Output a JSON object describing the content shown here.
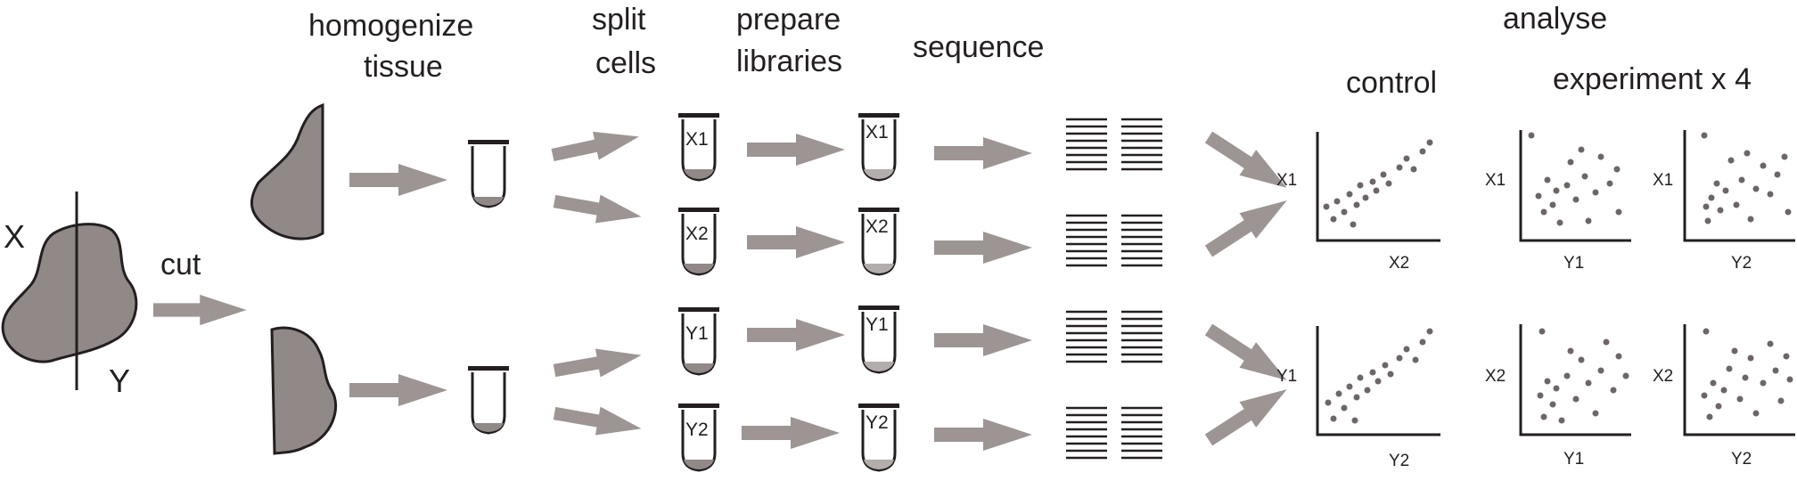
{
  "colors": {
    "ink": "#231f20",
    "tissue": "#918987",
    "arrow": "#9c9593",
    "liquid": "#918987",
    "liquid_light": "#b3adab",
    "dot": "#6d6665"
  },
  "tissue_labels": {
    "x": "X",
    "y": "Y",
    "cut": "cut"
  },
  "steps": {
    "homogenize": [
      "homogenize",
      "tissue"
    ],
    "split": [
      "split",
      "cells"
    ],
    "prepare": [
      "prepare",
      "libraries"
    ],
    "sequence": "sequence",
    "analyse": "analyse"
  },
  "panels": {
    "control": "control",
    "experiment": "experiment x 4"
  },
  "tubes": [
    "X1",
    "X2",
    "Y1",
    "Y2"
  ],
  "plots": [
    {
      "id": "control-top",
      "y": "X1",
      "x": "X2",
      "trend": "correlated"
    },
    {
      "id": "exp1-top",
      "y": "X1",
      "x": "Y1",
      "trend": "scattered"
    },
    {
      "id": "exp2-top",
      "y": "X1",
      "x": "Y2",
      "trend": "scattered"
    },
    {
      "id": "control-bottom",
      "y": "Y1",
      "x": "Y2",
      "trend": "correlated"
    },
    {
      "id": "exp1-bottom",
      "y": "X2",
      "x": "Y1",
      "trend": "scattered"
    },
    {
      "id": "exp2-bottom",
      "y": "X2",
      "x": "Y2",
      "trend": "scattered"
    }
  ]
}
